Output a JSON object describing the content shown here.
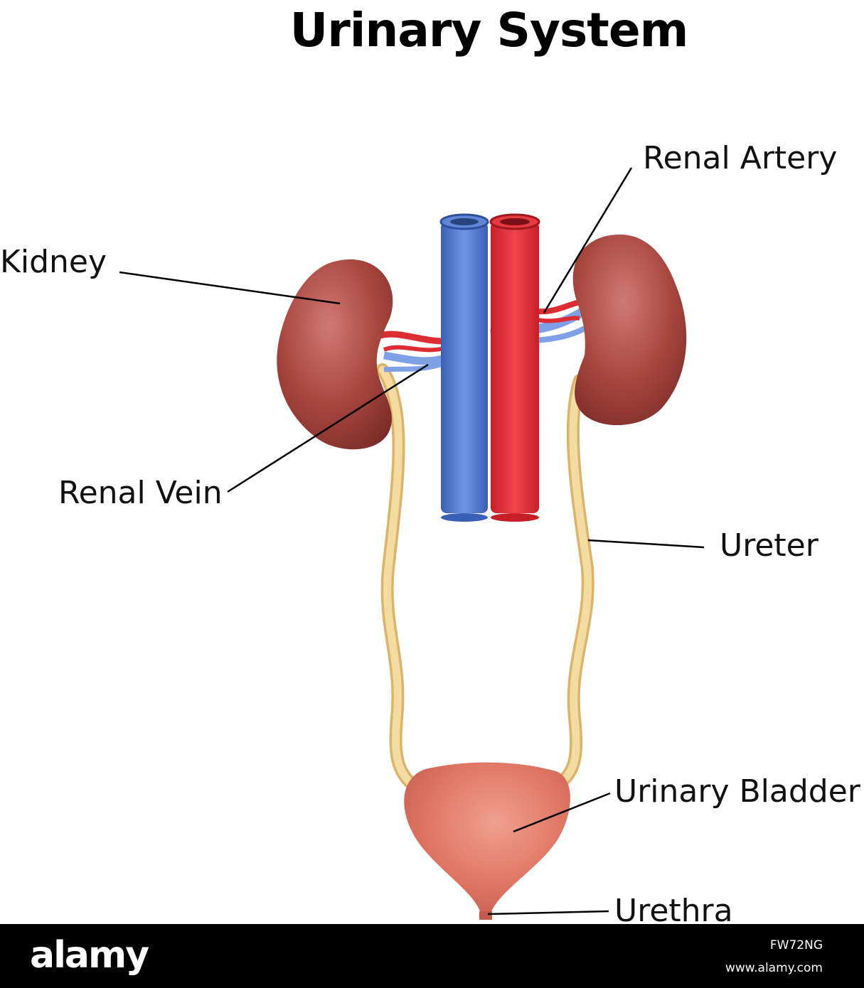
{
  "title": "Urinary System",
  "labels": {
    "renal_artery": "Renal Artery",
    "kidney": "Kidney",
    "renal_vein": "Renal Vein",
    "ureter": "Ureter",
    "urinary_bladder": "Urinary Bladder",
    "urethra": "Urethra"
  },
  "footer": {
    "logo": "alamy",
    "image_id": "FW72NG",
    "url": "www.alamy.com"
  },
  "colors": {
    "kidney": "#a84a46",
    "vein": "#4a74cf",
    "artery": "#de2c33",
    "ureter": "#f0d48e",
    "bladder": "#e27a6a"
  }
}
